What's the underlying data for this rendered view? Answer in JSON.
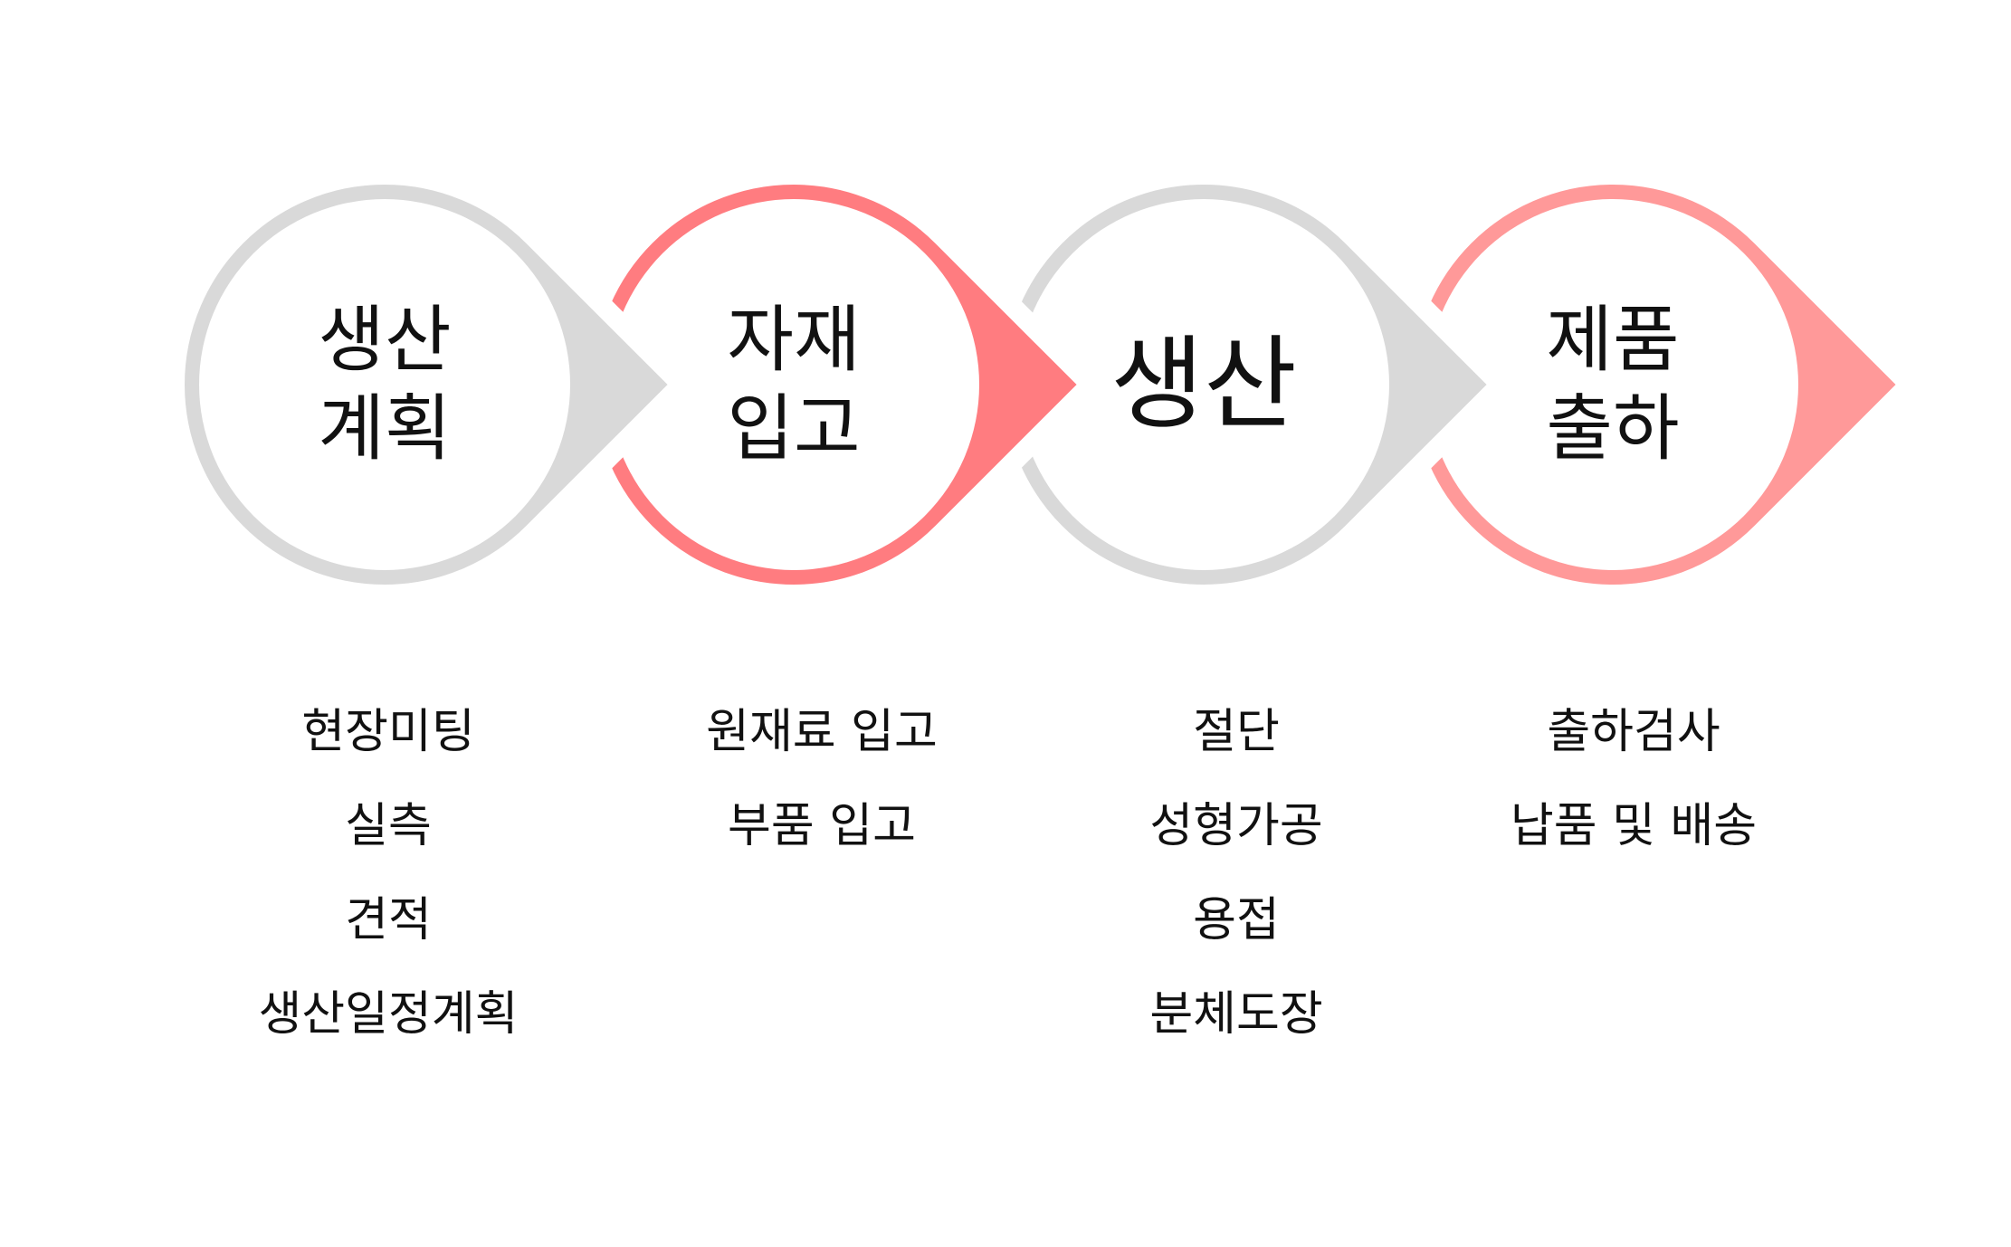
{
  "steps": [
    {
      "title_lines": [
        "생산",
        "계획"
      ],
      "big": false,
      "color": "#d9d9d9",
      "items": [
        "현장미팅",
        "실측",
        "견적",
        "생산일정계획"
      ]
    },
    {
      "title_lines": [
        "자재",
        "입고"
      ],
      "big": false,
      "color": "#ff7c80",
      "items": [
        "원재료 입고",
        "부품 입고"
      ]
    },
    {
      "title_lines": [
        "생산"
      ],
      "big": true,
      "color": "#d9d9d9",
      "items": [
        "절단",
        "성형가공",
        "용접",
        "분체도장"
      ]
    },
    {
      "title_lines": [
        "제품",
        "출하"
      ],
      "big": false,
      "color": "#ff9999",
      "items": [
        "출하검사",
        "납품 및 배송"
      ]
    }
  ]
}
